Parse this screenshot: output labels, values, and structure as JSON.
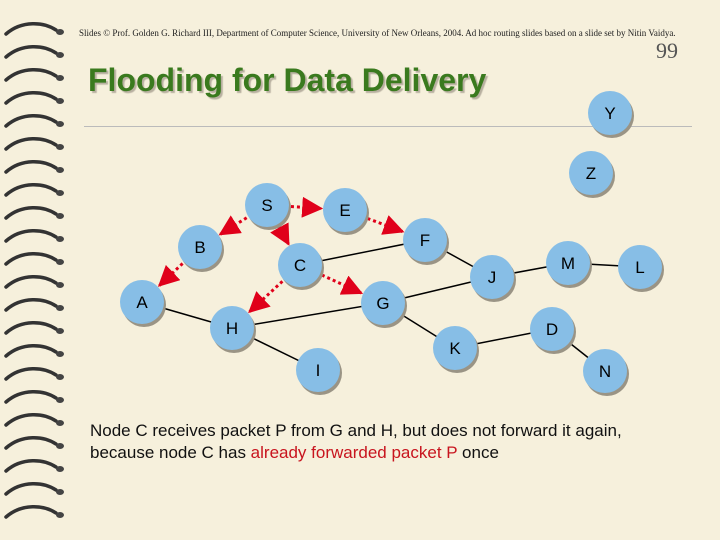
{
  "credit": "Slides © Prof. Golden G. Richard III, Department of Computer Science, University of New Orleans, 2004. Ad hoc routing slides based on a slide set by Nitin Vaidya.",
  "slide_number": "99",
  "title": "Flooding for Data Delivery",
  "caption": {
    "part1": "Node C receives packet P from G and H, but does not forward it again, because node C has ",
    "highlight": "already forwarded packet P",
    "part2": " once"
  },
  "colors": {
    "node_fill": "#87bee6",
    "arrow": "#e0001a",
    "edge": "#000000",
    "title": "#3a7a1e",
    "highlight": "#c8141e"
  },
  "nodes": [
    {
      "id": "Y",
      "label": "Y"
    },
    {
      "id": "Z",
      "label": "Z"
    },
    {
      "id": "S",
      "label": "S"
    },
    {
      "id": "E",
      "label": "E"
    },
    {
      "id": "F",
      "label": "F"
    },
    {
      "id": "B",
      "label": "B"
    },
    {
      "id": "C",
      "label": "C"
    },
    {
      "id": "M",
      "label": "M"
    },
    {
      "id": "L",
      "label": "L"
    },
    {
      "id": "J",
      "label": "J"
    },
    {
      "id": "A",
      "label": "A"
    },
    {
      "id": "G",
      "label": "G"
    },
    {
      "id": "H",
      "label": "H"
    },
    {
      "id": "D",
      "label": "D"
    },
    {
      "id": "K",
      "label": "K"
    },
    {
      "id": "I",
      "label": "I"
    },
    {
      "id": "N",
      "label": "N"
    }
  ],
  "edges": [
    {
      "from": "S",
      "to": "E",
      "style": "arrow"
    },
    {
      "from": "S",
      "to": "B",
      "style": "arrow"
    },
    {
      "from": "S",
      "to": "C",
      "style": "arrow"
    },
    {
      "from": "E",
      "to": "F",
      "style": "arrow"
    },
    {
      "from": "B",
      "to": "A",
      "style": "arrow"
    },
    {
      "from": "C",
      "to": "H",
      "style": "arrow"
    },
    {
      "from": "C",
      "to": "G",
      "style": "arrow"
    },
    {
      "from": "F",
      "to": "C",
      "style": "line"
    },
    {
      "from": "G",
      "to": "H",
      "style": "line"
    },
    {
      "from": "H",
      "to": "A",
      "style": "line"
    },
    {
      "from": "G",
      "to": "K",
      "style": "line"
    },
    {
      "from": "F",
      "to": "J",
      "style": "line"
    },
    {
      "from": "J",
      "to": "M",
      "style": "line"
    },
    {
      "from": "M",
      "to": "L",
      "style": "line"
    },
    {
      "from": "J",
      "to": "G",
      "style": "line"
    },
    {
      "from": "H",
      "to": "I",
      "style": "line"
    },
    {
      "from": "K",
      "to": "D",
      "style": "line"
    },
    {
      "from": "D",
      "to": "N",
      "style": "line"
    }
  ]
}
